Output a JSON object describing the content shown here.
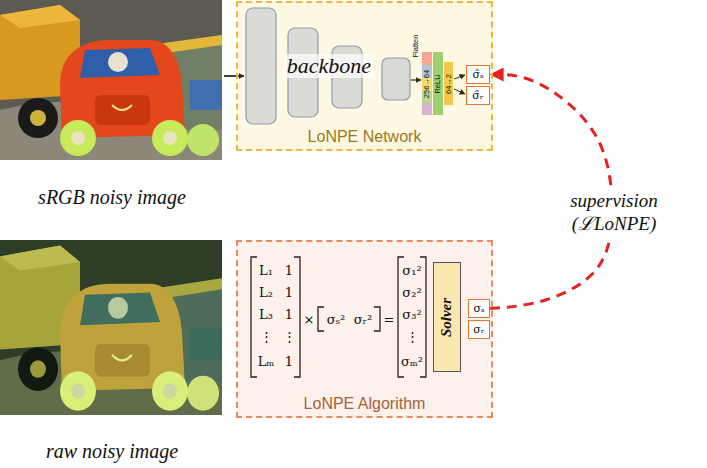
{
  "diagram": {
    "nodes": [
      {
        "text": [
          "LoNPE Network"
        ]
      },
      {
        "text": [
          "backbone"
        ],
        "in": 0
      },
      {
        "text": [
          "σ̂ₛ"
        ],
        "in": 0
      },
      {
        "text": [
          "σ̂ᵣ"
        ],
        "in": 0
      },
      {
        "text": [
          "LoNPE Algorithm"
        ]
      },
      {
        "text": [
          "Solver"
        ],
        "in": 4
      },
      {
        "text": [
          "σₛ"
        ],
        "in": 4
      },
      {
        "text": [
          "σᵣ"
        ],
        "in": 4
      }
    ],
    "edges": [
      {
        "from": 6,
        "to": 2,
        "arrow": "to",
        "label": "supervision (ℒLoNPE)"
      }
    ],
    "labels": [
      "sRGB noisy image",
      "raw noisy image",
      "Flatten",
      "256→64",
      "ReLU",
      "64→2",
      "L₁",
      "1",
      "L₂",
      "1",
      "L₃",
      "1",
      "⋮",
      "⋮",
      "Lₘ",
      "1",
      "×",
      "σₛ²",
      "σᵣ²",
      "=",
      "σ₁²",
      "σ₂²",
      "σ₃²",
      "⋮",
      "σₘ²"
    ]
  }
}
